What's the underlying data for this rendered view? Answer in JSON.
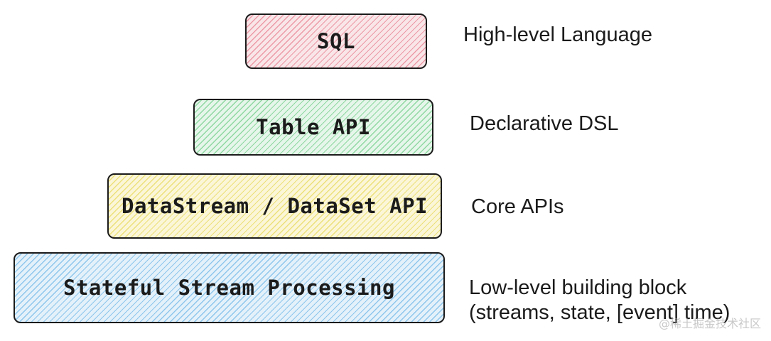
{
  "layers": [
    {
      "label": "SQL",
      "description": "High-level Language",
      "fill": "#f9e6e9",
      "hatch": "#ec9aa6"
    },
    {
      "label": "Table API",
      "description": "Declarative DSL",
      "fill": "#e6f6ea",
      "hatch": "#8fd8a2"
    },
    {
      "label": "DataStream / DataSet API",
      "description": "Core APIs",
      "fill": "#fbf6d8",
      "hatch": "#ece07a"
    },
    {
      "label": "Stateful Stream Processing",
      "description_lines": [
        "Low-level building block",
        "(streams, state, [event] time)"
      ],
      "fill": "#e4f1fa",
      "hatch": "#8ec6ec"
    }
  ],
  "watermark": "@稀土掘金技术社区"
}
